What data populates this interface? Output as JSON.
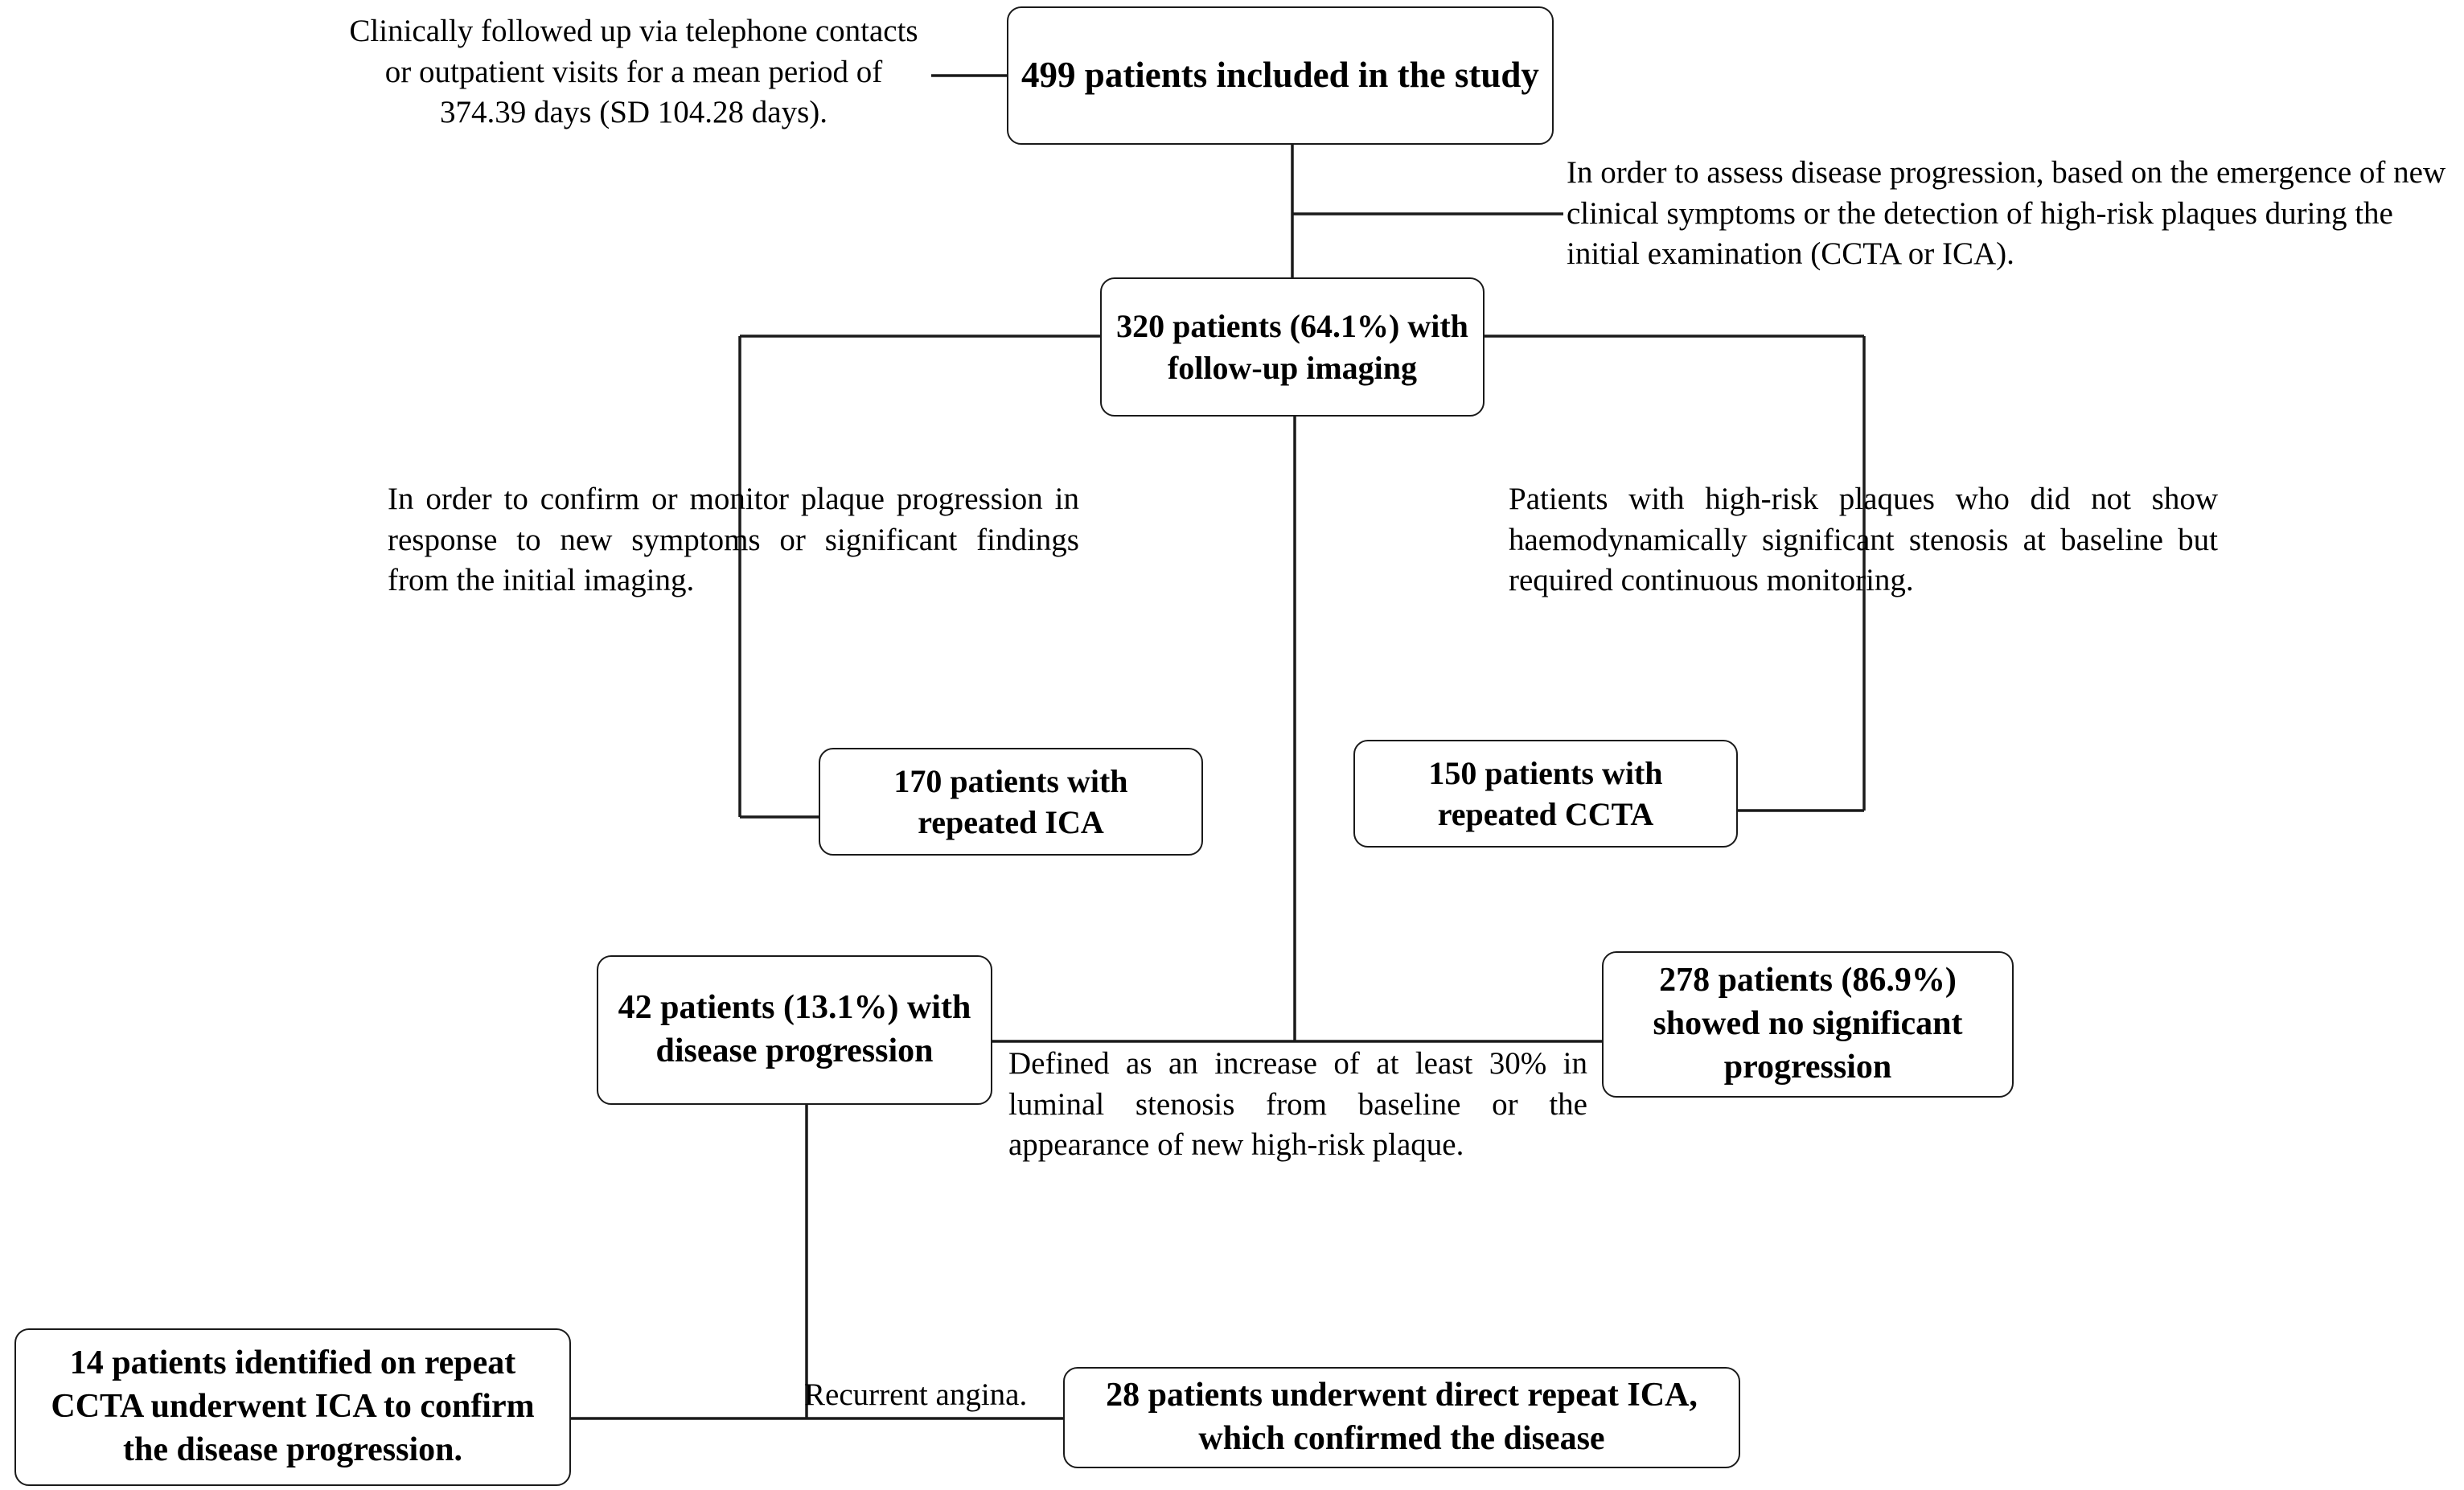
{
  "diagram": {
    "title": "Patient follow-up and disease progression flowchart",
    "line_color": "#1a1a1a",
    "box_border_color": "#1a1a1a",
    "background": "#ffffff"
  },
  "nodes": {
    "total": "499 patients included in the study",
    "followup_imaging": "320 patients (64.1%) with follow-up imaging",
    "repeated_ica": "170 patients with repeated ICA",
    "repeated_ccta": "150 patients with repeated CCTA",
    "progression": "42 patients (13.1%) with disease progression",
    "no_progression": "278 patients (86.9%) showed no significant progression",
    "ccta_then_ica": "14 patients identified on repeat CCTA underwent ICA to confirm the disease progression.",
    "direct_repeat_ica": "28 patients underwent direct repeat ICA, which confirmed the disease"
  },
  "notes": {
    "followup_period": "Clinically followed up via telephone contacts or  outpatient visits for a mean period of 374.39 days (SD 104.28 days).",
    "assess_progression": "In order to assess disease progression, based on the emergence of new clinical symptoms or the detection of high-risk plaques during the initial examination (CCTA or ICA).",
    "confirm_monitor": "In order to confirm or monitor plaque progression in response to new symptoms or significant findings from the initial imaging.",
    "high_risk_monitoring": "Patients with high-risk plaques who did not show haemodynamically significant stenosis at baseline but required continuous monitoring.",
    "progression_definition": "Defined as an increase of at least 30% in luminal stenosis from baseline or the appearance of new high-risk plaque.",
    "recurrent_angina": "Recurrent angina."
  },
  "chart_data": {
    "type": "table",
    "title": "Patient follow-up and disease progression flowchart",
    "categories": [
      "Total included",
      "With follow-up imaging",
      "Repeated ICA",
      "Repeated CCTA",
      "Disease progression",
      "No significant progression",
      "Repeat CCTA then ICA",
      "Direct repeat ICA"
    ],
    "values": [
      499,
      320,
      170,
      150,
      42,
      278,
      14,
      28
    ],
    "percentages": [
      null,
      64.1,
      null,
      null,
      13.1,
      86.9,
      null,
      null
    ],
    "mean_followup_days": 374.39,
    "followup_sd_days": 104.28,
    "progression_threshold_percent": 30
  }
}
